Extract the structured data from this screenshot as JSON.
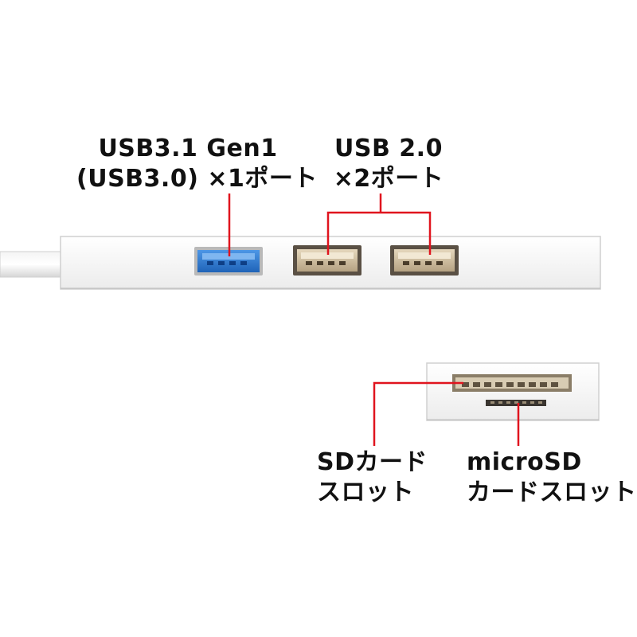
{
  "callouts": {
    "usb31": {
      "line1": "USB3.1 Gen1",
      "line2": "(USB3.0) ×1ポート"
    },
    "usb20": {
      "line1": "USB 2.0",
      "line2": "×2ポート"
    },
    "sd": {
      "line1": "SDカード",
      "line2": "スロット"
    },
    "microsd": {
      "line1": "microSD",
      "line2": "カードスロット"
    }
  },
  "colors": {
    "leader_line": "#e0141e",
    "usb3_port": "#2f7fd6",
    "usb2_port": "#c8b89a",
    "housing": "#ffffff",
    "housing_edge": "#cfcfcf"
  }
}
